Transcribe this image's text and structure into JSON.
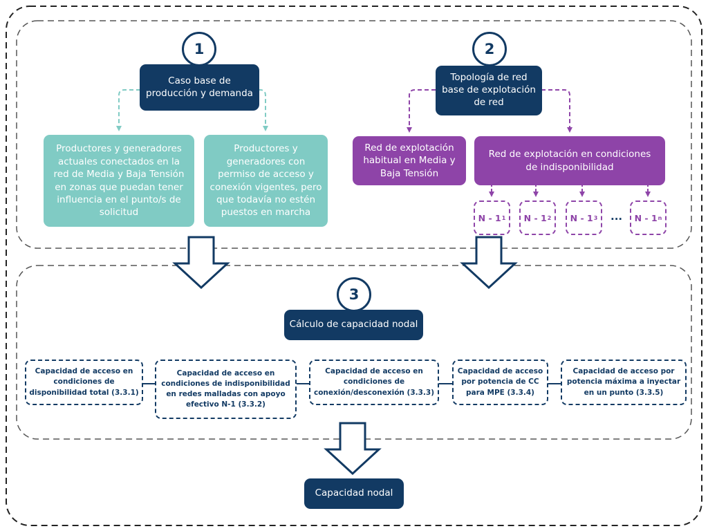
{
  "steps": [
    "1",
    "2",
    "3"
  ],
  "boxes": {
    "caso_base": "Caso base de\nproducción y demanda",
    "topologia": "Topología de red\nbase de explotación\nde red",
    "productores_actuales": "Productores y generadores\nactuales conectados en la\nred de Media y Baja Tensión\nen zonas que puedan tener\ninfluencia en el punto/s de\nsolicitud",
    "productores_permiso": "Productores y\ngeneradores con\npermiso de acceso y\nconexión vigentes, pero\nque todavía no estén\npuestos en marcha",
    "red_habitual": "Red de explotación\nhabitual en Media y\nBaja Tensión",
    "red_indisponibilidad": "Red de explotación en condiciones\nde indisponibilidad",
    "calculo": "Cálculo de capacidad nodal",
    "capacidad_nodal": "Capacidad nodal"
  },
  "contingencies": {
    "label": "N - 1",
    "subscripts": [
      "1",
      "2",
      "3",
      "n"
    ],
    "ellipsis": "..."
  },
  "capacities": [
    "Capacidad de acceso en\ncondiciones de\ndisponibilidad total (3.3.1)",
    "Capacidad de acceso en\ncondiciones de indisponibilidad\nen redes malladas con apoyo\nefectivo N-1 (3.3.2)",
    "Capacidad de acceso en\ncondiciones de\nconexión/desconexión (3.3.3)",
    "Capacidad de acceso\npor potencia de CC\npara MPE (3.3.4)",
    "Capacidad de acceso por\npotencia máxima a inyectar\nen un punto (3.3.5)"
  ],
  "colors": {
    "navy": "#123a63",
    "teal": "#80cbc4",
    "purple": "#8e44a8",
    "frame": "#222222"
  }
}
